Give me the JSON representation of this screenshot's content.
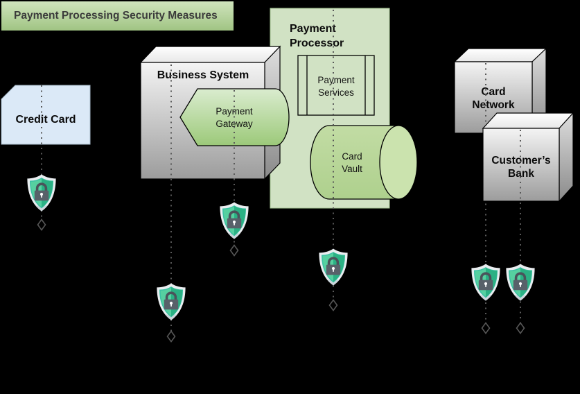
{
  "title": {
    "text": "Payment Processing Security Measures"
  },
  "nodes": {
    "credit_card": {
      "label": "Credit Card"
    },
    "business_system": {
      "label": "Business System"
    },
    "payment_gateway": {
      "lines": [
        "Payment",
        "Gateway"
      ]
    },
    "payment_processor": {
      "lines": [
        "Payment",
        "Processor"
      ]
    },
    "payment_services": {
      "lines": [
        "Payment",
        "Services"
      ]
    },
    "card_vault": {
      "lines": [
        "Card",
        "Vault"
      ]
    },
    "card_network": {
      "lines": [
        "Card",
        "Network"
      ]
    },
    "customers_bank": {
      "lines": [
        "Customer’s",
        "Bank"
      ]
    }
  },
  "security_icons": {
    "type": "shield-lock",
    "count": 6
  },
  "colors": {
    "background": "#000000",
    "processor_fill": "#d1e2c4",
    "processor_border": "#a6c793",
    "card_fill": "#dbe9f7",
    "card_border": "#a3b6c6",
    "line_color": "#595959",
    "diamond_color": "#575757",
    "shield_light": "#56d0a0",
    "shield_dark": "#2bb184",
    "shield_rim": "#3cc2a4",
    "lock_gray": "#58616a"
  }
}
